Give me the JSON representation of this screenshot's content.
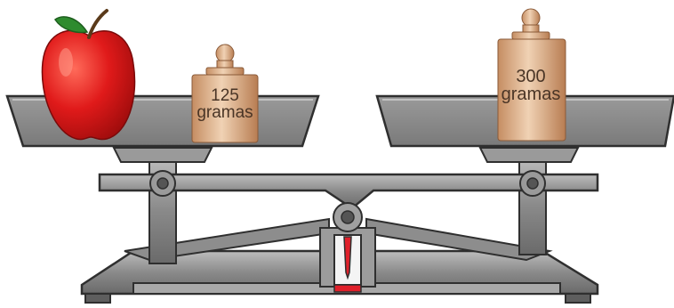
{
  "scene": "balanca",
  "left_pan": {
    "items": [
      {
        "icon": "apple-icon"
      },
      {
        "icon": "weight-icon",
        "value": "125",
        "unit": "gramas"
      }
    ]
  },
  "right_pan": {
    "items": [
      {
        "icon": "weight-icon",
        "value": "300",
        "unit": "gramas"
      }
    ]
  },
  "colors": {
    "metal": "#7b7b7b",
    "metal_light": "#a9a9a9",
    "outline": "#2f2f2f",
    "apple": "#d81e1e",
    "weight": "#d9b08c",
    "pointer": "#e0202a"
  }
}
